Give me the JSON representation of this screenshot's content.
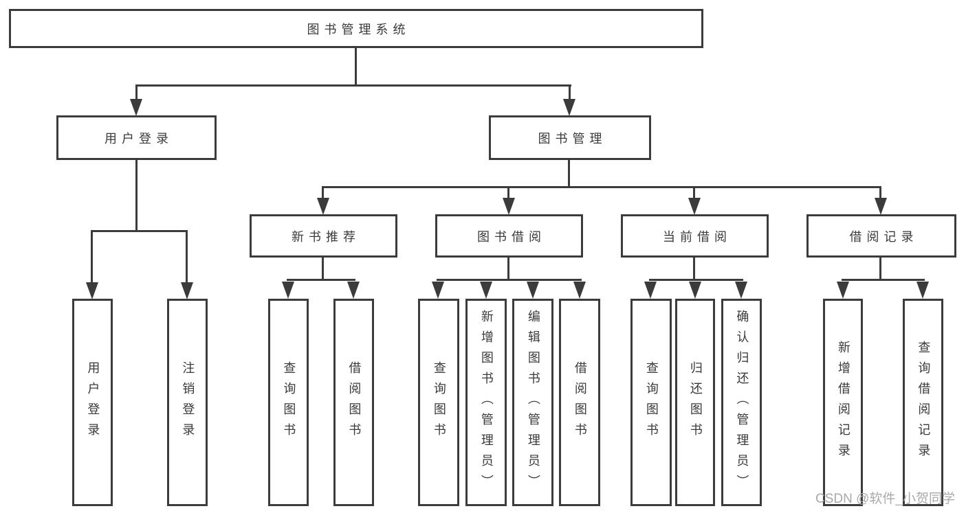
{
  "page": {
    "background": "#ffffff"
  },
  "colors": {
    "line": "#3b3b3b",
    "text": "#3a3a3a",
    "watermark": "#a9a9a9"
  },
  "watermark": "CSDN @软件_小贺同学",
  "tree": {
    "root": "图书管理系统",
    "branches": {
      "user_login": "用户登录",
      "book_management": "图书管理"
    },
    "modules": {
      "new_book_recommend": "新书推荐",
      "book_borrow": "图书借阅",
      "current_borrow": "当前借阅",
      "borrow_record": "借阅记录"
    },
    "leaves": {
      "user_login": [
        "用户登录",
        "注销登录"
      ],
      "new_book_recommend": [
        "查询图书",
        "借阅图书"
      ],
      "book_borrow": [
        "查询图书",
        "新增图书（管理员）",
        "编辑图书（管理员）",
        "借阅图书"
      ],
      "current_borrow": [
        "查询图书",
        "归还图书",
        "确认归还（管理员）"
      ],
      "borrow_record": [
        "新增借阅记录",
        "查询借阅记录"
      ]
    }
  }
}
